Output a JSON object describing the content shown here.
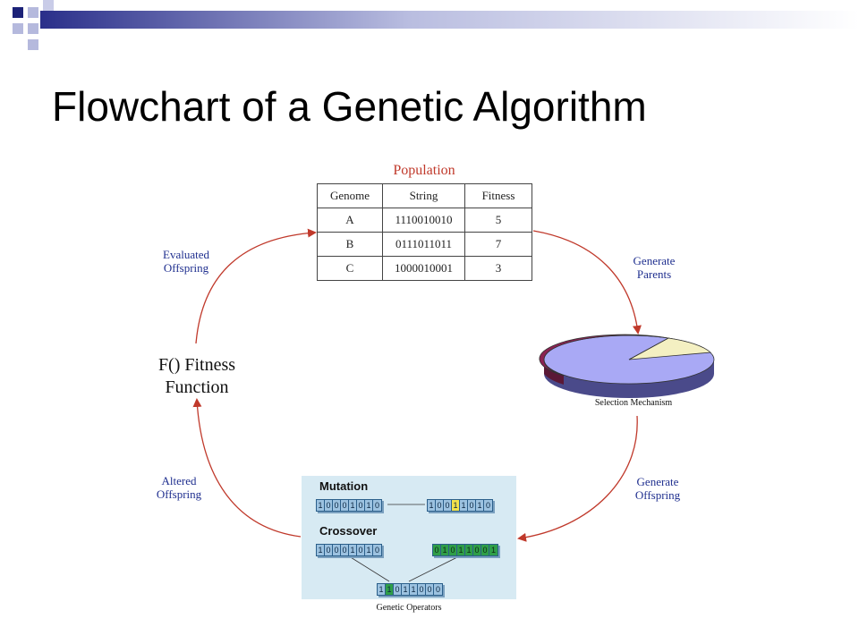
{
  "slide": {
    "title": "Flowchart of a Genetic Algorithm"
  },
  "population": {
    "title": "Population",
    "headers": [
      "Genome",
      "String",
      "Fitness"
    ],
    "rows": [
      [
        "A",
        "1110010010",
        "5"
      ],
      [
        "B",
        "0111011011",
        "7"
      ],
      [
        "C",
        "1000010001",
        "3"
      ]
    ]
  },
  "labels": {
    "generate_parents": [
      "Generate",
      "Parents"
    ],
    "evaluated_offspring": [
      "Evaluated",
      "Offspring"
    ],
    "fitness_function": [
      "F() Fitness",
      "Function"
    ],
    "altered_offspring": [
      "Altered",
      "Offspring"
    ],
    "generate_offspring": [
      "Generate",
      "Offspring"
    ],
    "selection_mechanism": "Selection Mechanism",
    "genetic_operators": "Genetic Operators"
  },
  "operators": {
    "mutation_title": "Mutation",
    "crossover_title": "Crossover",
    "mutation_before": "10001010",
    "mutation_after": "10011010",
    "crossover_parent1": "10001010",
    "crossover_parent2": "01011001",
    "crossover_child": "11011000"
  },
  "colors": {
    "arrow": "#c0392b",
    "label_text": "#1f2f8f",
    "pie": [
      "#8b2252",
      "#a9a9f5",
      "#f4f0c2"
    ]
  }
}
